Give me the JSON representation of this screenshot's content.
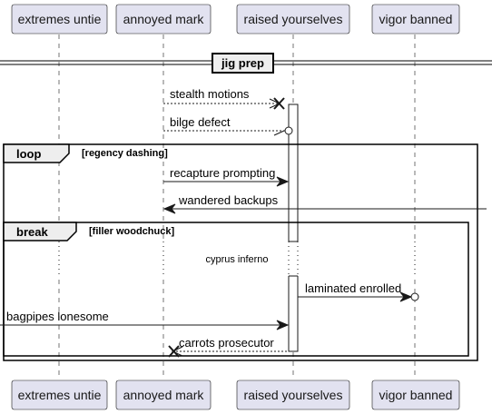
{
  "participants": [
    {
      "label": "extremes untie"
    },
    {
      "label": "annoyed mark"
    },
    {
      "label": "raised yourselves"
    },
    {
      "label": "vigor banned"
    }
  ],
  "section": {
    "label": "jig prep"
  },
  "messages": [
    {
      "label": "stealth motions"
    },
    {
      "label": "bilge defect"
    },
    {
      "label": "recapture prompting"
    },
    {
      "label": "wandered backups"
    },
    {
      "label": "laminated enrolled"
    },
    {
      "label": "bagpipes lonesome"
    },
    {
      "label": "carrots prosecutor"
    }
  ],
  "fragments": {
    "loop": {
      "keyword": "loop",
      "condition": "[regency dashing]"
    },
    "break": {
      "keyword": "break",
      "condition": "[filler woodchuck]"
    }
  },
  "delay": {
    "label": "cyprus inferno"
  },
  "colors": {
    "participant_fill": "#E2E2F0",
    "participant_border": "#181818",
    "lifeline": "#181818",
    "fragment_header": "#EEEEEE"
  }
}
